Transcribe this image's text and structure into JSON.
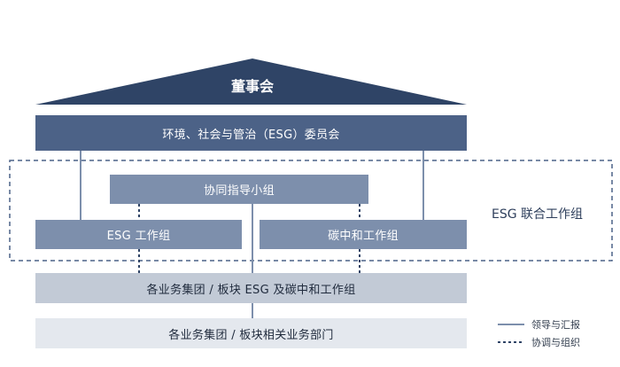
{
  "roof": {
    "label": "董事会"
  },
  "committee": {
    "label": "环境、社会与管治（ESG）委员会"
  },
  "steering_group": {
    "label": "协同指导小组"
  },
  "esg_working_group": {
    "label": "ESG 工作组"
  },
  "carbon_group": {
    "label": "碳中和工作组"
  },
  "joint_group": {
    "label": "ESG 联合工作组"
  },
  "bu_groups": {
    "label": "各业务集团 / 板块 ESG 及碳中和工作组"
  },
  "bu_departments": {
    "label": "各业务集团 / 板块相关业务部门"
  },
  "legend": {
    "solid_label": "领导与汇报",
    "dotted_label": "协调与组织"
  },
  "colors": {
    "roof": "#2f4466",
    "committee": "#4c6287",
    "steering": "#7d8fac",
    "working": "#7d8fac",
    "bu_groups": "#c2cad6",
    "bu_departments": "#e4e8ee",
    "connector": "#7d8fac",
    "dashed_border": "#4c6287"
  }
}
